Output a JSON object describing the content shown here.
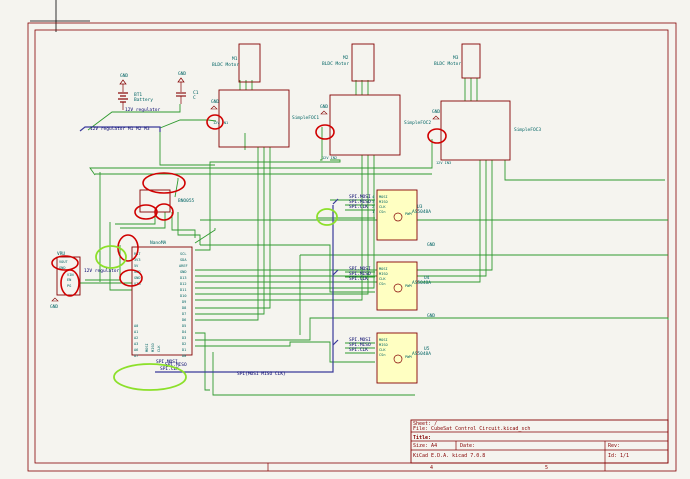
{
  "sheet": {
    "sheet_label": "Sheet: /",
    "file_label": "File: CubeSat Control Circuit.kicad_sch",
    "title_label": "Title:",
    "size_label": "Size: A4",
    "date_label": "Date:",
    "rev_label": "Rev:",
    "kicad_label": "KiCad E.D.A.  kicad 7.0.8",
    "id_label": "Id: 1/1",
    "border_marks": [
      "4",
      "5"
    ],
    "colors": {
      "border": "#840000",
      "wire": "#2f9a2f",
      "bus": "#3a3a9a",
      "annotation_red": "#d00000",
      "annotation_green": "#8ce02a"
    }
  },
  "motors": [
    {
      "ref": "M1",
      "value": "BLDC Motor"
    },
    {
      "ref": "M2",
      "value": "BLDC Motor"
    },
    {
      "ref": "M3",
      "value": "BLDC Motor"
    }
  ],
  "drivers": [
    {
      "name": "SimpleFOC1",
      "gnd": "GND",
      "power": "12V IN1"
    },
    {
      "name": "SimpleFOC2",
      "gnd": "GND",
      "power": "12V IN2"
    },
    {
      "name": "SimpleFOC3",
      "gnd": "GND",
      "power": "12V IN3"
    }
  ],
  "battery": {
    "ref": "BT1",
    "value": "Battery",
    "gnd": "GND",
    "net": "12V regulator"
  },
  "capacitor": {
    "ref": "C1",
    "value": "C",
    "gnd": "GND"
  },
  "global_label": "12V regulator M1 M2 M3",
  "imu": {
    "ref": "BNO055"
  },
  "mcu": {
    "ref": "NanoMA",
    "left_pins": [
      "RST",
      "3V3",
      "5V",
      "GND",
      "GND",
      "VIN"
    ],
    "right_pins": [
      "SCL",
      "SDA",
      "AREF",
      "GND",
      "D13",
      "D12",
      "D11",
      "D10",
      "D9",
      "D8",
      "D7",
      "D6",
      "D5",
      "D4",
      "D3",
      "D2",
      "D1",
      "D0"
    ],
    "analog_pins": [
      "A0",
      "A1",
      "A2",
      "A3",
      "A6",
      "A7"
    ],
    "spi_pins": [
      "MOSI",
      "MISO",
      "CLK"
    ]
  },
  "regulator": {
    "ref": "VRU",
    "pins": [
      "VOUT",
      "GND",
      "VIN",
      "EN",
      "PG"
    ],
    "gnd": "GND",
    "net": "12V regulator"
  },
  "spi_bus_labels": {
    "mosi": "SPI.MOSI",
    "miso": "SPI.MISO",
    "clk": "SPI.CLK",
    "bus": "SPI{MOSI MISO CLK}"
  },
  "encoders": [
    {
      "ref": "U3",
      "value": "AS5048A",
      "gnd": "GND"
    },
    {
      "ref": "U4",
      "value": "AS5048A",
      "gnd": "GND"
    },
    {
      "ref": "U5",
      "value": "AS5048A",
      "gnd": "GND"
    }
  ],
  "encoder_pins": {
    "left": [
      "MOSI",
      "MISO",
      "CLK",
      "CSn"
    ],
    "pin_numbers": [
      "4",
      "3",
      "2",
      "1"
    ],
    "right": "PWM"
  }
}
